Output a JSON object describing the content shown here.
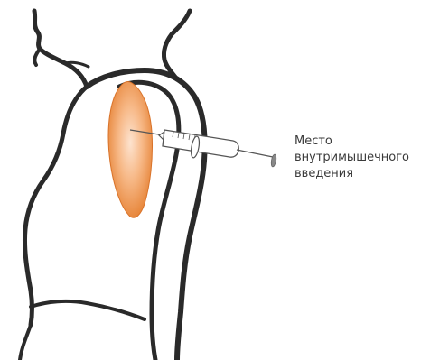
{
  "label": {
    "lines": [
      "Место",
      "внутримышечного",
      "введения"
    ]
  },
  "colors": {
    "outline": "#2a2a2a",
    "muscle_center": "#f7c9a6",
    "muscle_edge": "#e8853a",
    "syringe": "#555555",
    "text": "#3a3a3a"
  },
  "icons": {
    "arm": "arm-outline-icon",
    "muscle": "deltoid-muscle-icon",
    "syringe": "syringe-icon"
  }
}
